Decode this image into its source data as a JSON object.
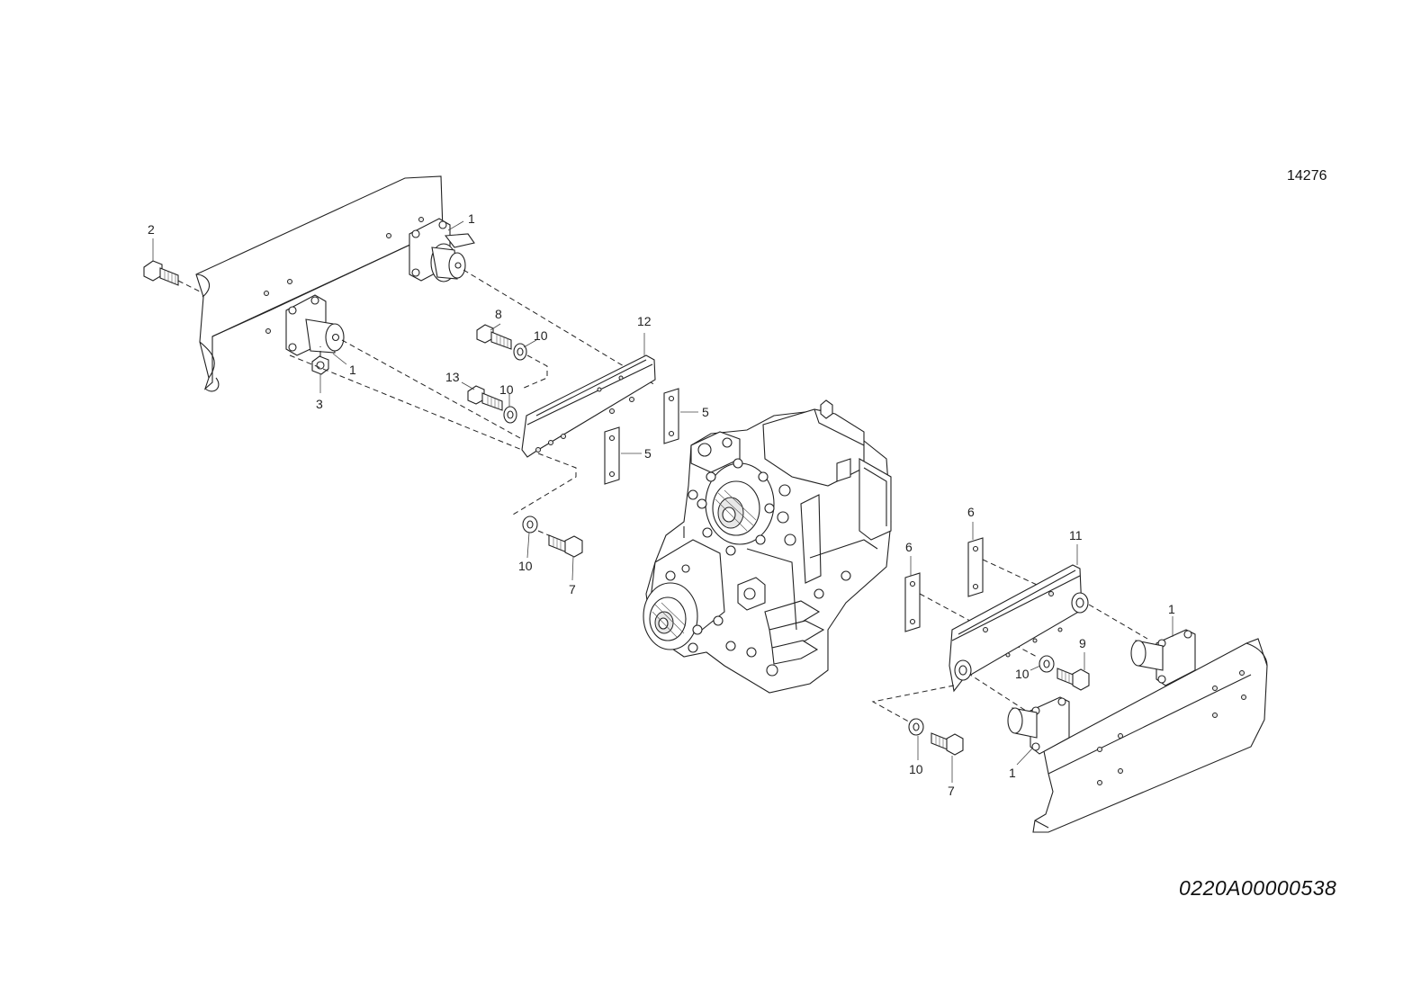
{
  "sheet_number": "14276",
  "drawing_code": "0220A00000538",
  "part_callouts": [
    {
      "id": "c1a",
      "label": "1"
    },
    {
      "id": "c1b",
      "label": "1"
    },
    {
      "id": "c1c",
      "label": "1"
    },
    {
      "id": "c1d",
      "label": "1"
    },
    {
      "id": "c2",
      "label": "2"
    },
    {
      "id": "c3",
      "label": "3"
    },
    {
      "id": "c5a",
      "label": "5"
    },
    {
      "id": "c5b",
      "label": "5"
    },
    {
      "id": "c6a",
      "label": "6"
    },
    {
      "id": "c6b",
      "label": "6"
    },
    {
      "id": "c7a",
      "label": "7"
    },
    {
      "id": "c7b",
      "label": "7"
    },
    {
      "id": "c8",
      "label": "8"
    },
    {
      "id": "c9",
      "label": "9"
    },
    {
      "id": "c10a",
      "label": "10"
    },
    {
      "id": "c10b",
      "label": "10"
    },
    {
      "id": "c10c",
      "label": "10"
    },
    {
      "id": "c10d",
      "label": "10"
    },
    {
      "id": "c10e",
      "label": "10"
    },
    {
      "id": "c11",
      "label": "11"
    },
    {
      "id": "c12",
      "label": "12"
    },
    {
      "id": "c13",
      "label": "13"
    }
  ]
}
